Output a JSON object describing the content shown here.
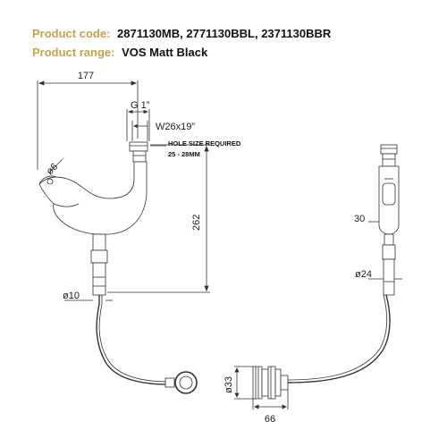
{
  "header": {
    "product_code_label": "Product code:",
    "product_code_value": "2871130MB, 2771130BBL, 2371130BBR",
    "product_range_label": "Product range:",
    "product_range_value": "VOS Matt Black"
  },
  "dimensions": {
    "width_177": "177",
    "thread": "G 1”",
    "thread_size": "W26x19”",
    "hole_note_line1": "HOLE SIZE REQUIRED",
    "hole_note_line2": "25 - 28MM",
    "dia_6": "ø6",
    "height_262": "262",
    "dia_10": "ø10",
    "dim_30": "30",
    "dia_24": "ø24",
    "dia_33": "ø33",
    "dim_66": "66"
  },
  "colors": {
    "header_label": "#c9a14a",
    "line": "#333333"
  }
}
